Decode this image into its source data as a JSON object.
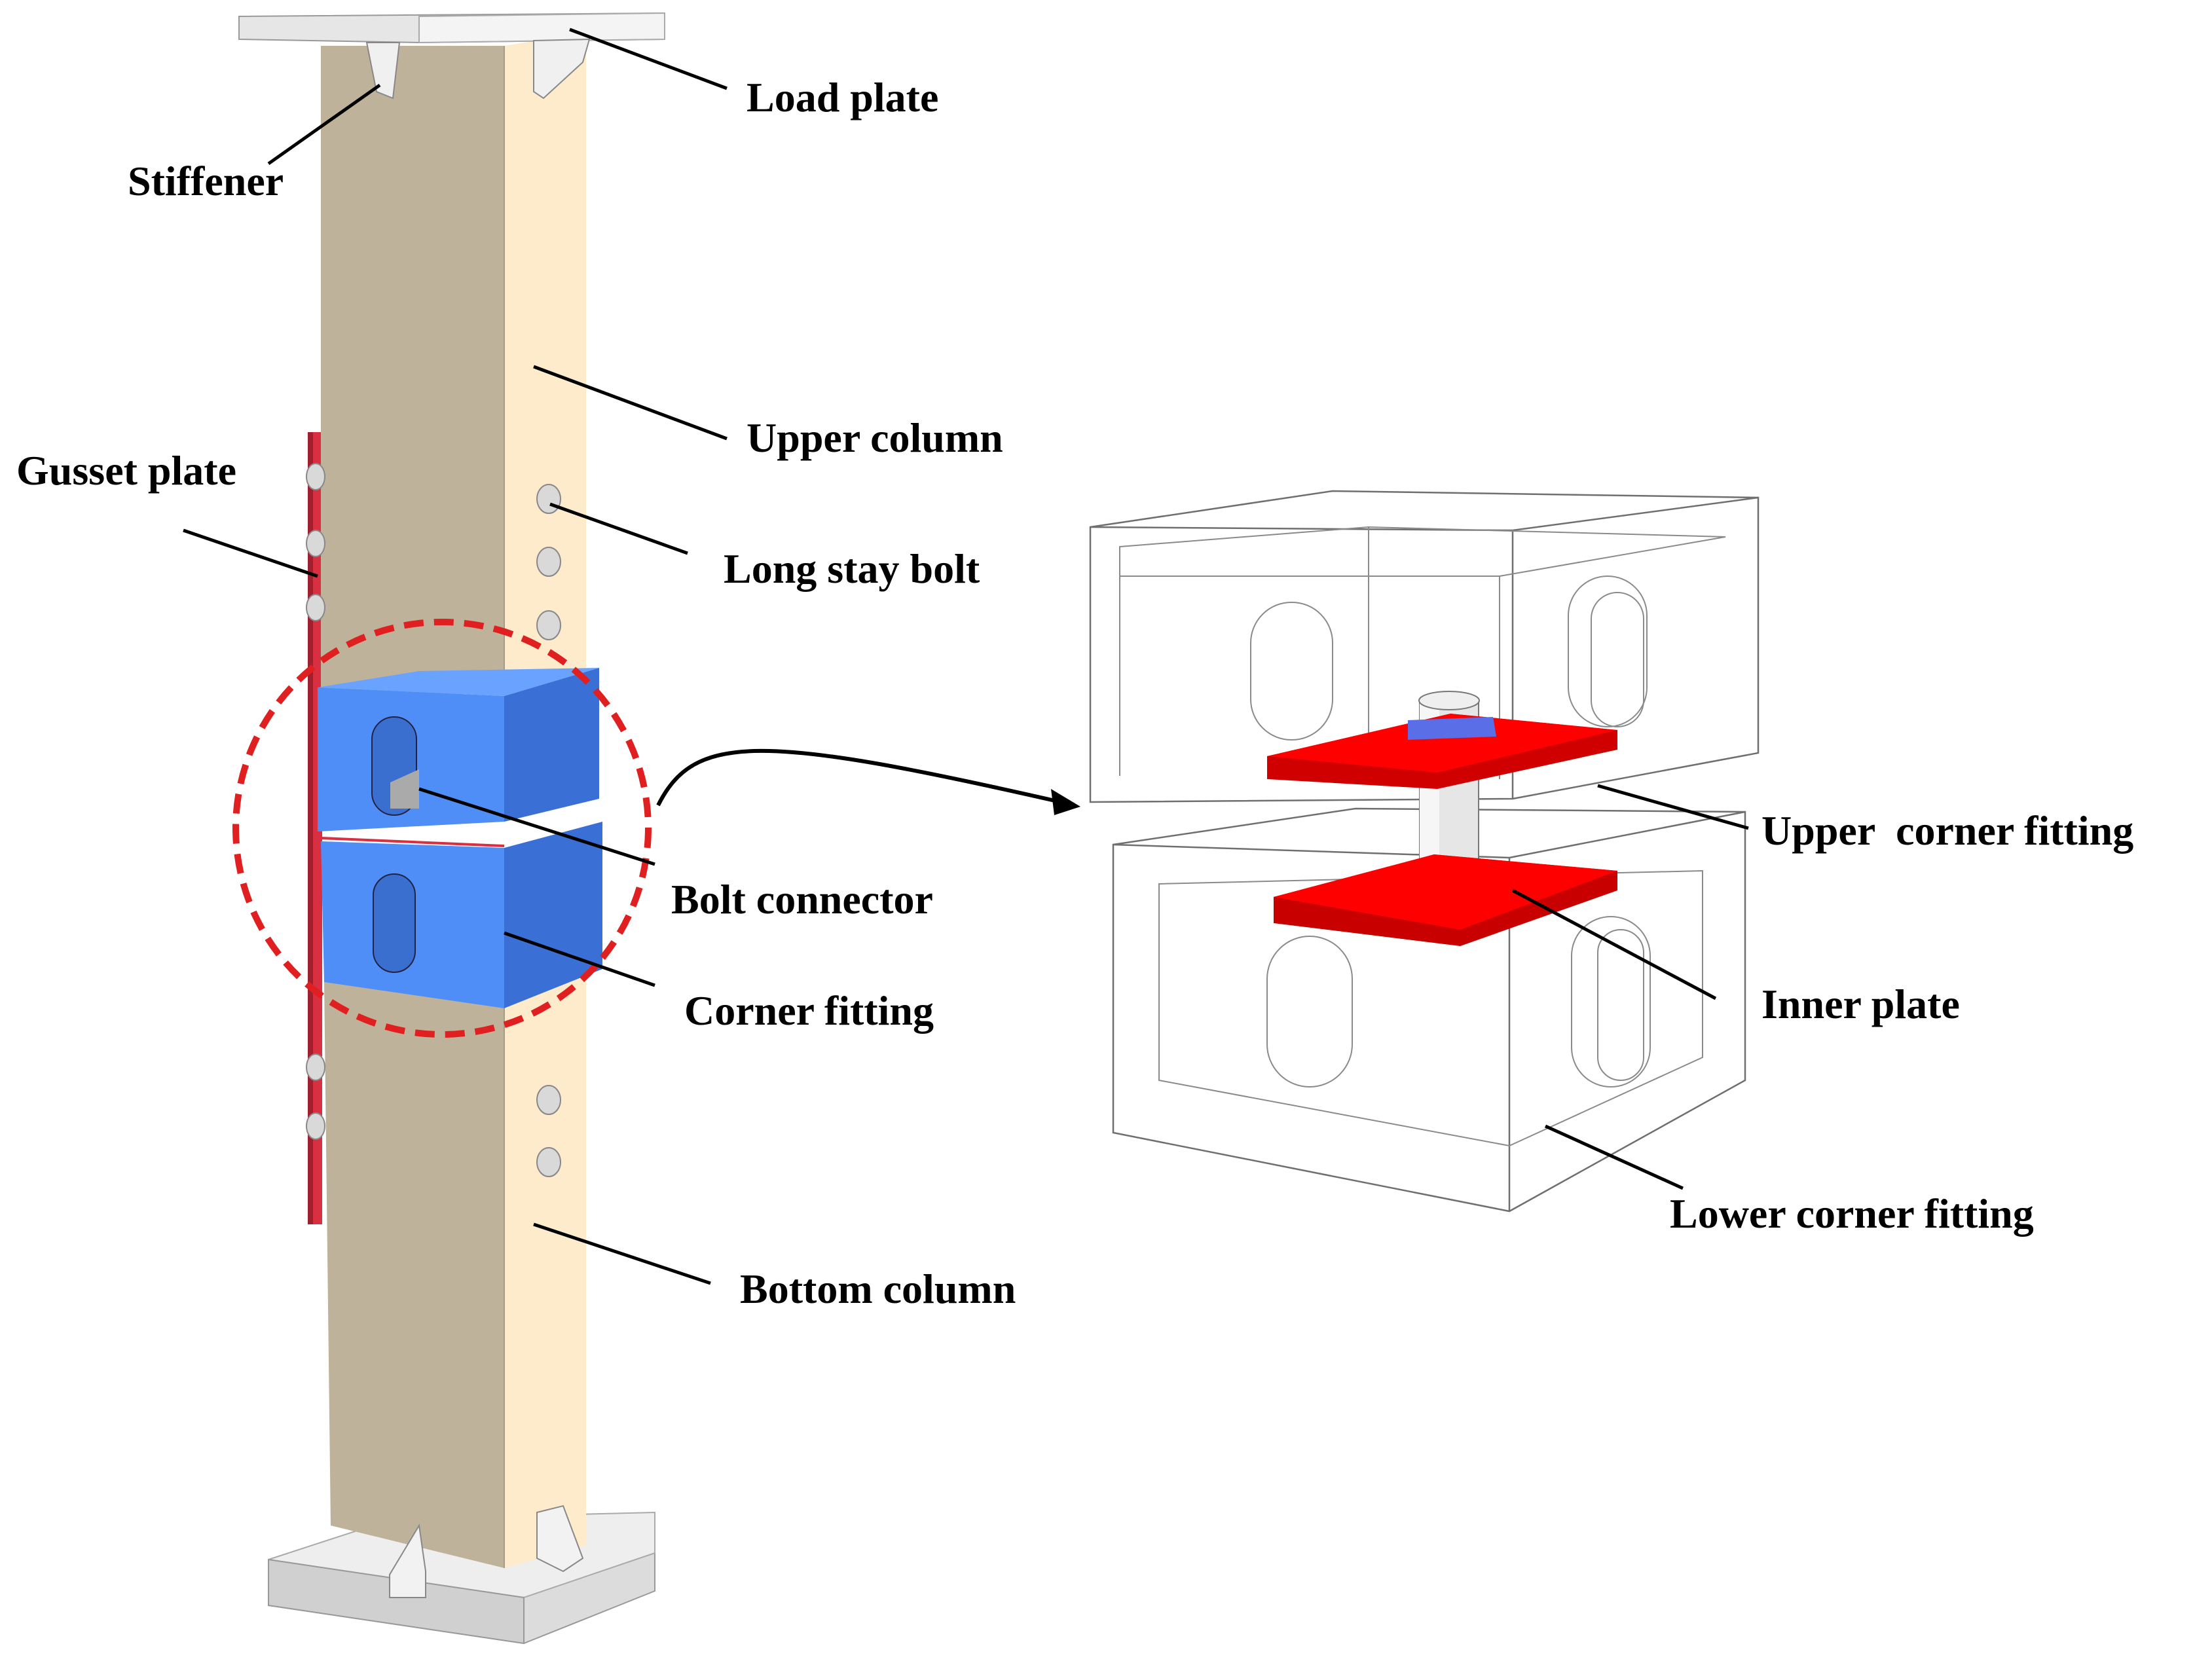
{
  "labels": {
    "load_plate": "Load plate",
    "stiffener": "Stiffener",
    "upper_column": "Upper column",
    "gusset_plate": "Gusset plate",
    "long_stay_bolt": "Long stay bolt",
    "bolt_connector": "Bolt connector",
    "corner_fitting": "Corner fitting",
    "bottom_column": "Bottom column",
    "upper_corner_fitting": "Upper  corner fitting",
    "inner_plate": "Inner plate",
    "lower_corner_fitting": "Lower corner fitting"
  },
  "colors": {
    "column_front": "#bfb29a",
    "column_side": "#fdebcb",
    "plate": "#e6e6e6",
    "corner_fitting": "#4f8ef7",
    "corner_fitting_dark": "#3a70d6",
    "inner_plate": "#ff0000",
    "gusset": "#d83040",
    "highlight_circle": "#e02020",
    "bolt": "#d9d9d9",
    "nut": "#5a6ee8"
  }
}
